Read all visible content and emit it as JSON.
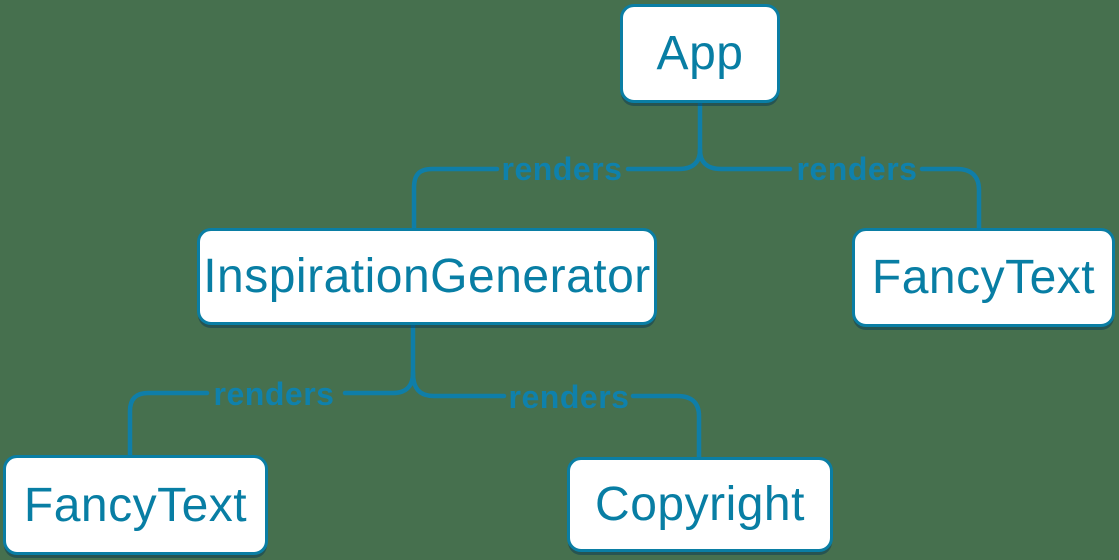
{
  "colors": {
    "background": "#46704E",
    "node_fill": "#FFFFFF",
    "node_border": "#0A7EA4",
    "node_text": "#087EA4",
    "edge_line": "#0F7EA8",
    "edge_label_text": "#0F81AC",
    "node_shadow": "rgba(8,56,84,0.5)"
  },
  "diagram": {
    "type": "component-render-tree",
    "nodes": [
      {
        "id": "app",
        "label": "App"
      },
      {
        "id": "inspiration-generator",
        "label": "InspirationGenerator"
      },
      {
        "id": "fancy-text-top",
        "label": "FancyText"
      },
      {
        "id": "fancy-text-bottom",
        "label": "FancyText"
      },
      {
        "id": "copyright",
        "label": "Copyright"
      }
    ],
    "edges": [
      {
        "from": "App",
        "to": "InspirationGenerator",
        "label": "renders"
      },
      {
        "from": "App",
        "to": "FancyText",
        "label": "renders"
      },
      {
        "from": "InspirationGenerator",
        "to": "FancyText",
        "label": "renders"
      },
      {
        "from": "InspirationGenerator",
        "to": "Copyright",
        "label": "renders"
      }
    ]
  }
}
